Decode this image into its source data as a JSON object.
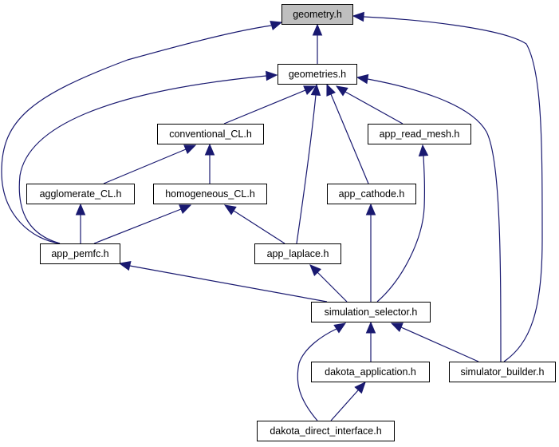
{
  "graph": {
    "edge_color": "#191970",
    "root_fill": "#bfbfbf",
    "nodes": {
      "geometry": "geometry.h",
      "geometries": "geometries.h",
      "conventional_cl": "conventional_CL.h",
      "app_read_mesh": "app_read_mesh.h",
      "agglomerate_cl": "agglomerate_CL.h",
      "homogeneous_cl": "homogeneous_CL.h",
      "app_cathode": "app_cathode.h",
      "app_pemfc": "app_pemfc.h",
      "app_laplace": "app_laplace.h",
      "simulation_selector": "simulation_selector.h",
      "dakota_application": "dakota_application.h",
      "simulator_builder": "simulator_builder.h",
      "dakota_direct_interface": "dakota_direct_interface.h"
    },
    "edges": [
      [
        "geometries",
        "geometry"
      ],
      [
        "app_pemfc",
        "geometry"
      ],
      [
        "simulator_builder",
        "geometry"
      ],
      [
        "conventional_cl",
        "geometries"
      ],
      [
        "app_read_mesh",
        "geometries"
      ],
      [
        "app_cathode",
        "geometries"
      ],
      [
        "app_laplace",
        "geometries"
      ],
      [
        "app_pemfc",
        "geometries"
      ],
      [
        "simulator_builder",
        "geometries"
      ],
      [
        "agglomerate_cl",
        "conventional_cl"
      ],
      [
        "homogeneous_cl",
        "conventional_cl"
      ],
      [
        "app_pemfc",
        "agglomerate_cl"
      ],
      [
        "app_pemfc",
        "homogeneous_cl"
      ],
      [
        "app_laplace",
        "homogeneous_cl"
      ],
      [
        "simulation_selector",
        "app_read_mesh"
      ],
      [
        "simulation_selector",
        "app_cathode"
      ],
      [
        "simulation_selector",
        "app_pemfc"
      ],
      [
        "simulation_selector",
        "app_laplace"
      ],
      [
        "dakota_application",
        "simulation_selector"
      ],
      [
        "simulator_builder",
        "simulation_selector"
      ],
      [
        "dakota_direct_interface",
        "simulation_selector"
      ],
      [
        "dakota_direct_interface",
        "dakota_application"
      ]
    ]
  }
}
